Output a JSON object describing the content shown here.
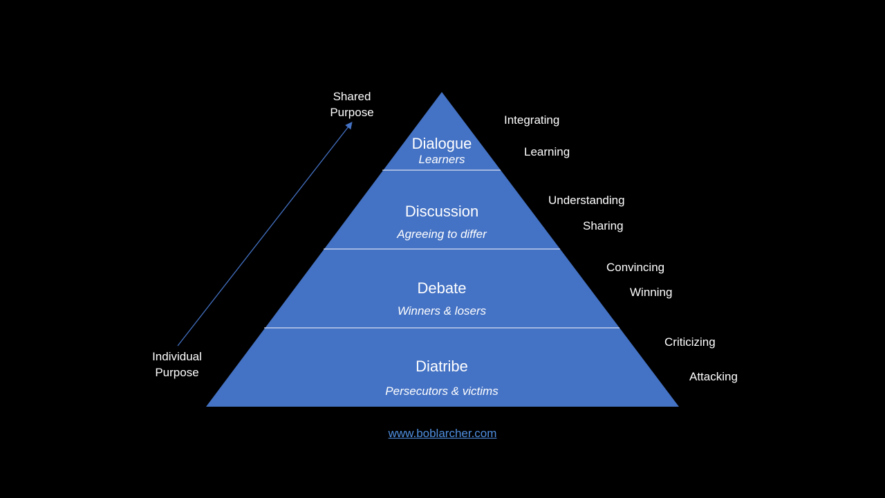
{
  "colors": {
    "background": "#000000",
    "pyramid_fill": "#4472c4",
    "divider": "#ffffff",
    "arrow": "#4472c4",
    "text": "#ffffff",
    "link": "#4f8fe0"
  },
  "axis": {
    "top_label_line1": "Shared",
    "top_label_line2": "Purpose",
    "bottom_label_line1": "Individual",
    "bottom_label_line2": "Purpose"
  },
  "layers": [
    {
      "title": "Dialogue",
      "subtitle": "Learners",
      "side_labels": [
        "Integrating",
        "Learning"
      ]
    },
    {
      "title": "Discussion",
      "subtitle": "Agreeing to differ",
      "side_labels": [
        "Understanding",
        "Sharing"
      ]
    },
    {
      "title": "Debate",
      "subtitle": "Winners & losers",
      "side_labels": [
        "Convincing",
        "Winning"
      ]
    },
    {
      "title": "Diatribe",
      "subtitle": "Persecutors & victims",
      "side_labels": [
        "Criticizing",
        "Attacking"
      ]
    }
  ],
  "footer": {
    "link_text": "www.boblarcher.com"
  }
}
